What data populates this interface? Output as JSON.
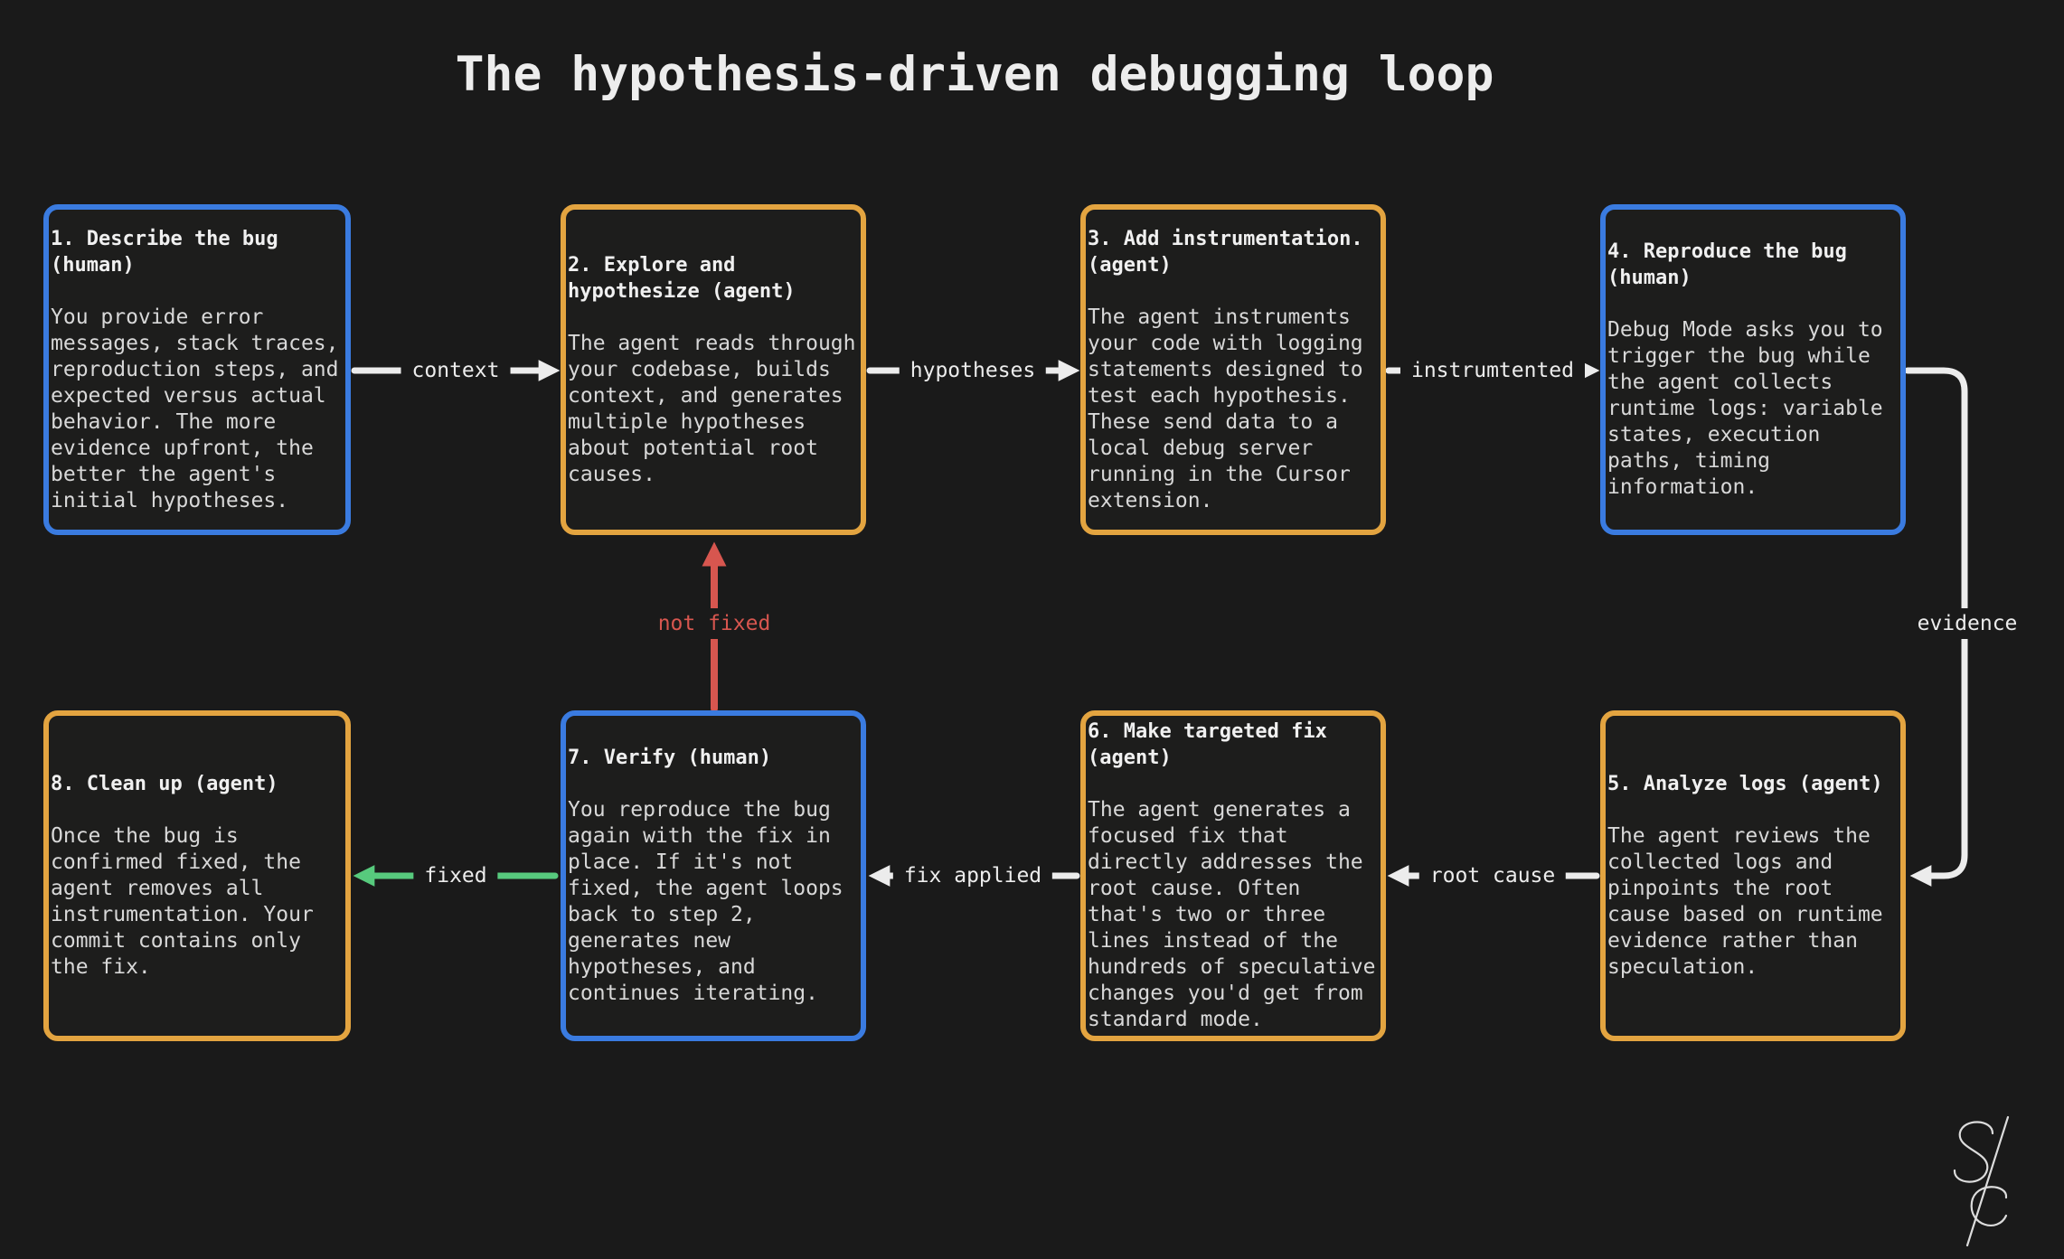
{
  "title": "The hypothesis-driven debugging loop",
  "colors": {
    "background": "#1a1a1a",
    "box_background": "#1d1d1c",
    "blue": "#3a7be0",
    "orange": "#e3a440",
    "red": "#d7564f",
    "green": "#57ca7d",
    "white_arrow": "#ececec",
    "heading_text": "#f0f0f0",
    "body_text": "#d8d8d8"
  },
  "boxes": [
    {
      "heading": "1. Describe the bug (human)",
      "body": "You provide error messages, stack traces, reproduction steps, and expected versus actual behavior. The more evidence upfront, the better the agent's initial hypotheses.",
      "border_color": "blue"
    },
    {
      "heading": "2. Explore and hypothesize (agent)",
      "body": "The agent reads through your codebase, builds context, and generates multiple hypotheses about potential root causes.",
      "border_color": "orange"
    },
    {
      "heading": "3. Add instrumentation. (agent)",
      "body": "The agent instruments your code with logging statements designed to test each hypothesis. These send data to a local debug server running in the Cursor extension.",
      "border_color": "orange"
    },
    {
      "heading": "4. Reproduce the bug (human)",
      "body": "Debug Mode asks you to trigger the bug while the agent collects runtime logs: variable states, execution paths, timing information.",
      "border_color": "blue"
    },
    {
      "heading": "5. Analyze logs (agent)",
      "body": "The agent reviews the collected logs and pinpoints the root cause based on runtime evidence rather than speculation.",
      "border_color": "orange"
    },
    {
      "heading": "6. Make targeted fix (agent)",
      "body": "The agent generates a focused fix that directly addresses the root cause. Often that's two or three lines instead of the hundreds of speculative changes you'd get from standard mode.",
      "border_color": "orange"
    },
    {
      "heading": "7. Verify (human)",
      "body": "You reproduce the bug again with the fix in place. If it's not fixed, the agent loops back to step 2, generates new hypotheses, and continues iterating.",
      "border_color": "blue"
    },
    {
      "heading": "8. Clean up (agent)",
      "body": "Once the bug is confirmed fixed, the agent removes all instrumentation. Your commit contains only the fix.",
      "border_color": "orange"
    }
  ],
  "labels": {
    "context": "context",
    "hypotheses": "hypotheses",
    "instrumented": "instrumtented",
    "evidence": "evidence",
    "not_fixed": "not fixed",
    "fixed": "fixed",
    "fix_applied": "fix applied",
    "root_cause": "root cause"
  },
  "logo": {
    "monogram": "SC"
  }
}
